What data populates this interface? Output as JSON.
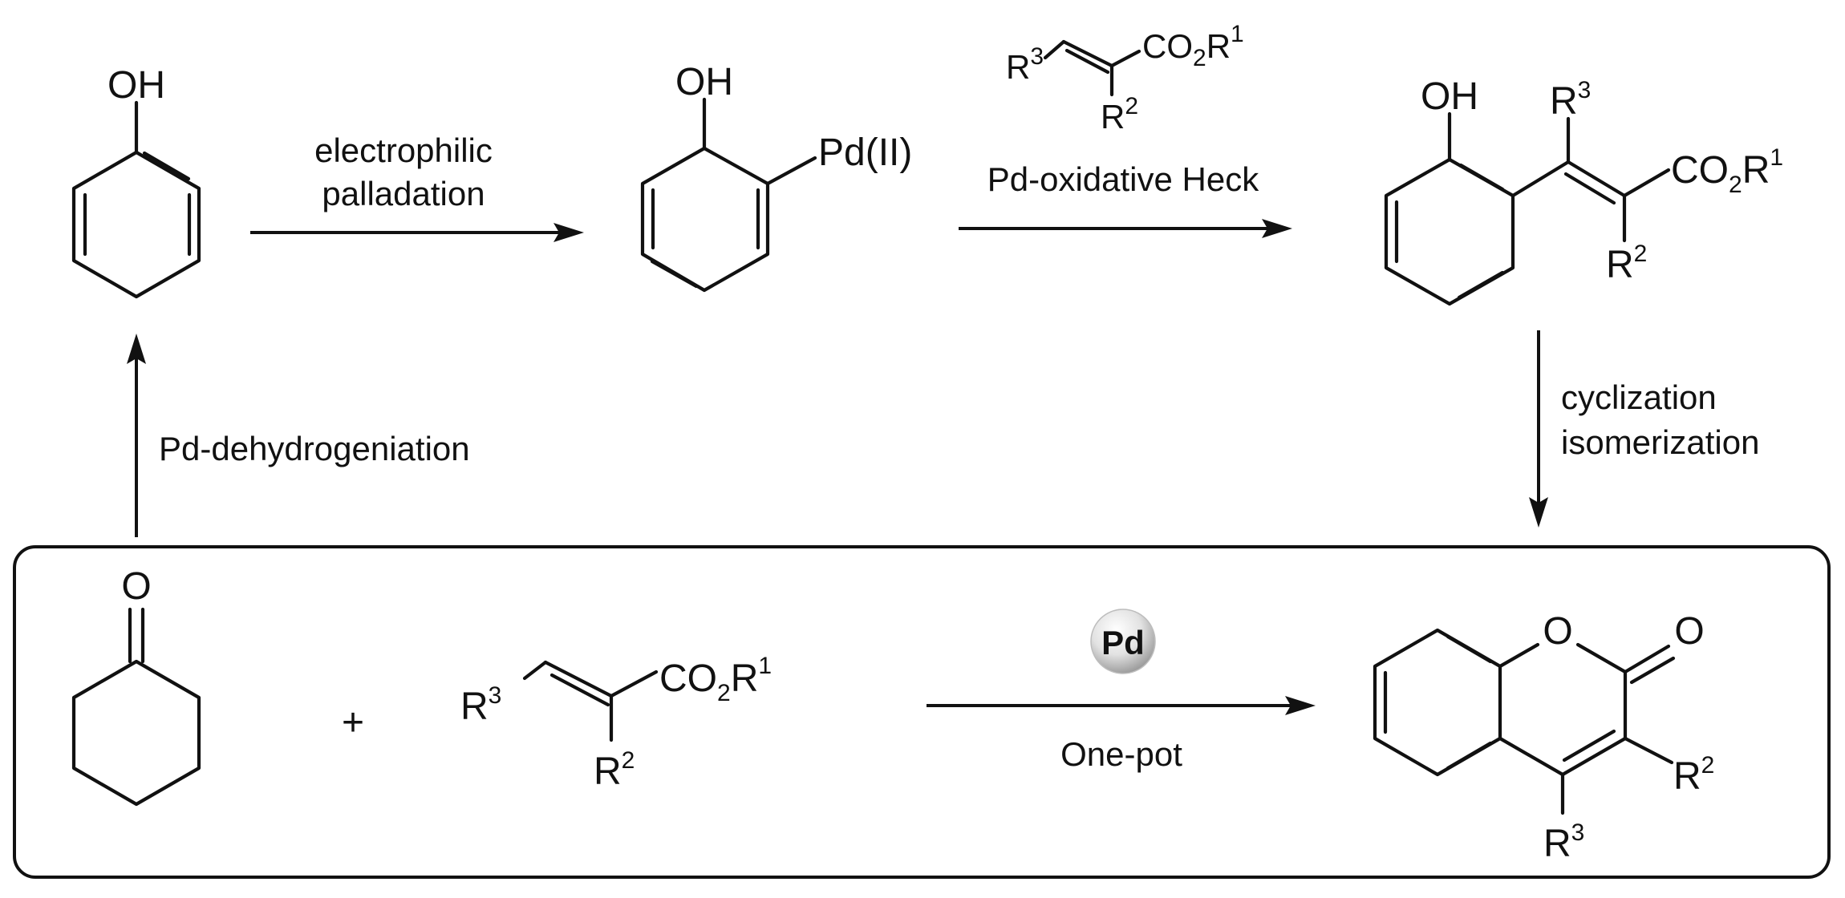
{
  "labels": {
    "step1_line1": "electrophilic",
    "step1_line2": "palladation",
    "step2": "Pd-oxidative Heck",
    "step3_line1": "cyclization",
    "step3_line2": "isomerization",
    "step4": "Pd-dehydrogeniation",
    "catalyst": "Pd",
    "condition": "One-pot",
    "plus": "+"
  },
  "atoms": {
    "oh": "OH",
    "o": "O",
    "pd2": "Pd(II)",
    "co2": "CO",
    "sub2": "2",
    "r": "R",
    "one": "1",
    "two": "2",
    "three": "3"
  },
  "colors": {
    "ink": "#111111",
    "catalyst_ball_light": "#ffffff",
    "catalyst_ball_dark": "#9a9a9a"
  }
}
